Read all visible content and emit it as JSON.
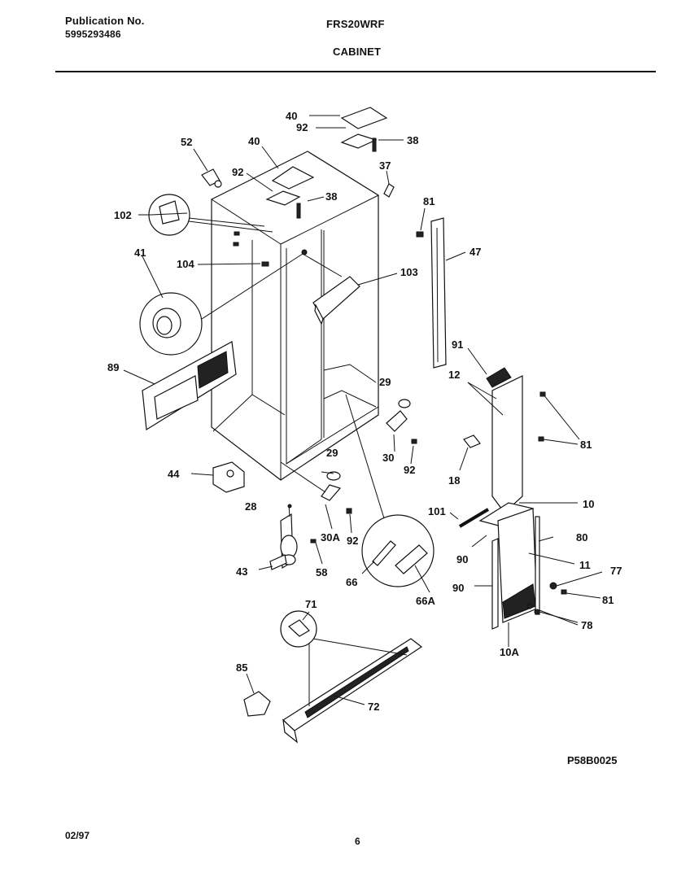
{
  "header": {
    "publication_label": "Publication No.",
    "publication_number": "5995293486",
    "model": "FRS20WRF",
    "section": "CABINET"
  },
  "callouts": [
    "40",
    "92",
    "38",
    "52",
    "40",
    "92",
    "37",
    "38",
    "102",
    "81",
    "104",
    "47",
    "41",
    "103",
    "91",
    "89",
    "12",
    "29",
    "81",
    "30",
    "92",
    "18",
    "29",
    "44",
    "10",
    "101",
    "28",
    "30A",
    "92",
    "80",
    "90",
    "43",
    "58",
    "66",
    "11",
    "77",
    "90",
    "81",
    "66A",
    "71",
    "78",
    "10A",
    "85",
    "72"
  ],
  "figure_code": "P58B0025",
  "footer": {
    "date": "02/97",
    "page": "6"
  }
}
